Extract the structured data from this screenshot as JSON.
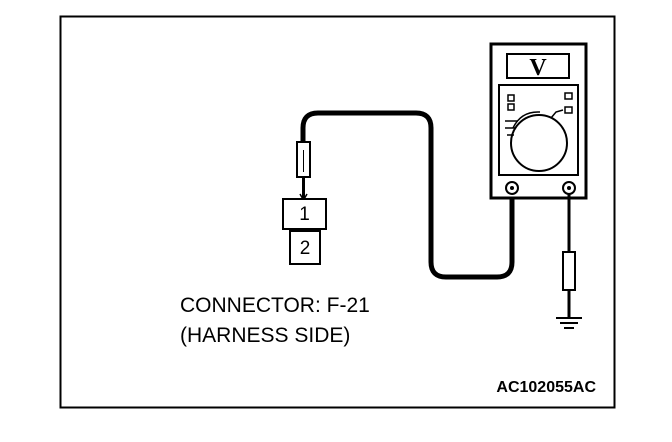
{
  "diagram": {
    "meter_symbol": "V",
    "connector_pins": [
      "1",
      "2"
    ],
    "connector_label": "CONNECTOR: F-21",
    "harness_label": "(HARNESS SIDE)",
    "figure_code": "AC102055AC"
  },
  "colors": {
    "ink": "#000000",
    "paper": "#ffffff"
  }
}
